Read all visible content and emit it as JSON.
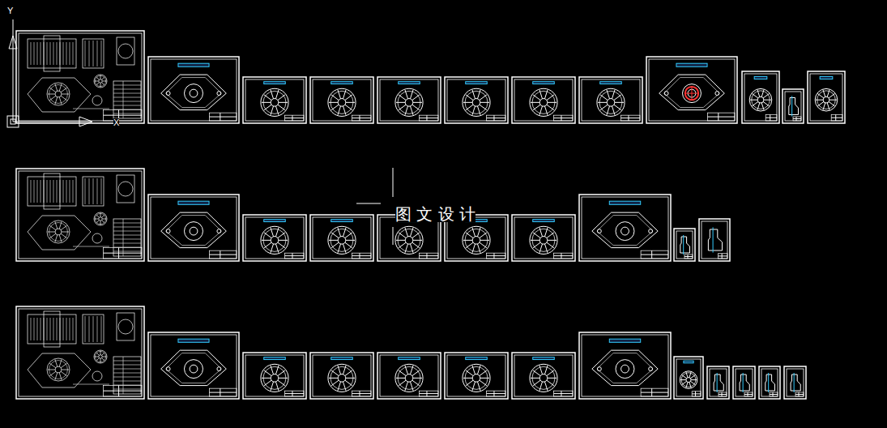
{
  "diagram": {
    "labels": [
      "Y",
      "X",
      "图 文 设 计"
    ]
  }
}
